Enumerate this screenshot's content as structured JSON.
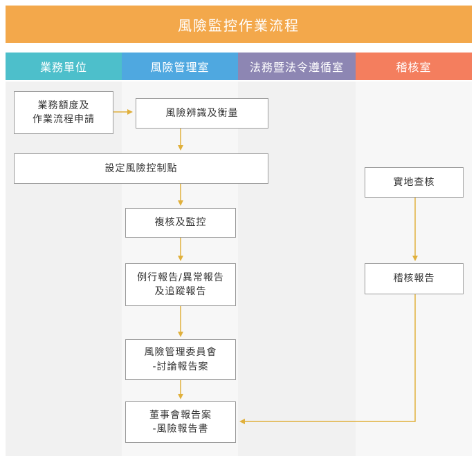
{
  "title": "風險監控作業流程",
  "lanes": [
    {
      "label": "業務單位",
      "color": "#4dbfcb"
    },
    {
      "label": "風險管理室",
      "color": "#4fa8e0"
    },
    {
      "label": "法務暨法令遵循室",
      "color": "#8d86b3"
    },
    {
      "label": "稽核室",
      "color": "#f47e5e"
    }
  ],
  "boxes": {
    "apply": "業務額度及\n作業流程申請",
    "identify": "風險辨識及衡量",
    "control_points": "設定風險控制點",
    "review": "複核及監控",
    "reports": "例行報告/異常報告\n及追蹤報告",
    "committee": "風險管理委員會\n-討論報告案",
    "board": "董事會報告案\n-風險報告書",
    "onsite_audit": "實地查核",
    "audit_report": "稽核報告"
  },
  "colors": {
    "arrow": "#e0b03c",
    "box_border": "#9a9a9a",
    "lane_odd": "#f1f1f1",
    "lane_even": "#f7f7f7"
  }
}
